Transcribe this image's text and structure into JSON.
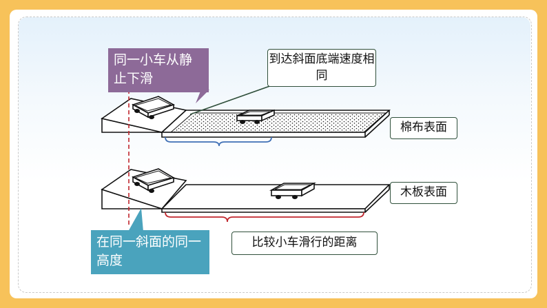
{
  "callouts": {
    "same_car": "同一小车从静止下滑",
    "same_height": "在同一斜面的同一高度"
  },
  "labels": {
    "same_speed": "到达斜面底端速度相同",
    "cloth_surface": "棉布表面",
    "wood_surface": "木板表面",
    "compare_distance": "比较小车滑行的距离"
  },
  "colors": {
    "background": "#f7c25a",
    "purple_callout": "#8d6a98",
    "teal_callout": "#4aa3bd",
    "blue_brace": "#3f6fb5",
    "red_brace": "#c0262d",
    "dashed_line": "#c0262d"
  }
}
